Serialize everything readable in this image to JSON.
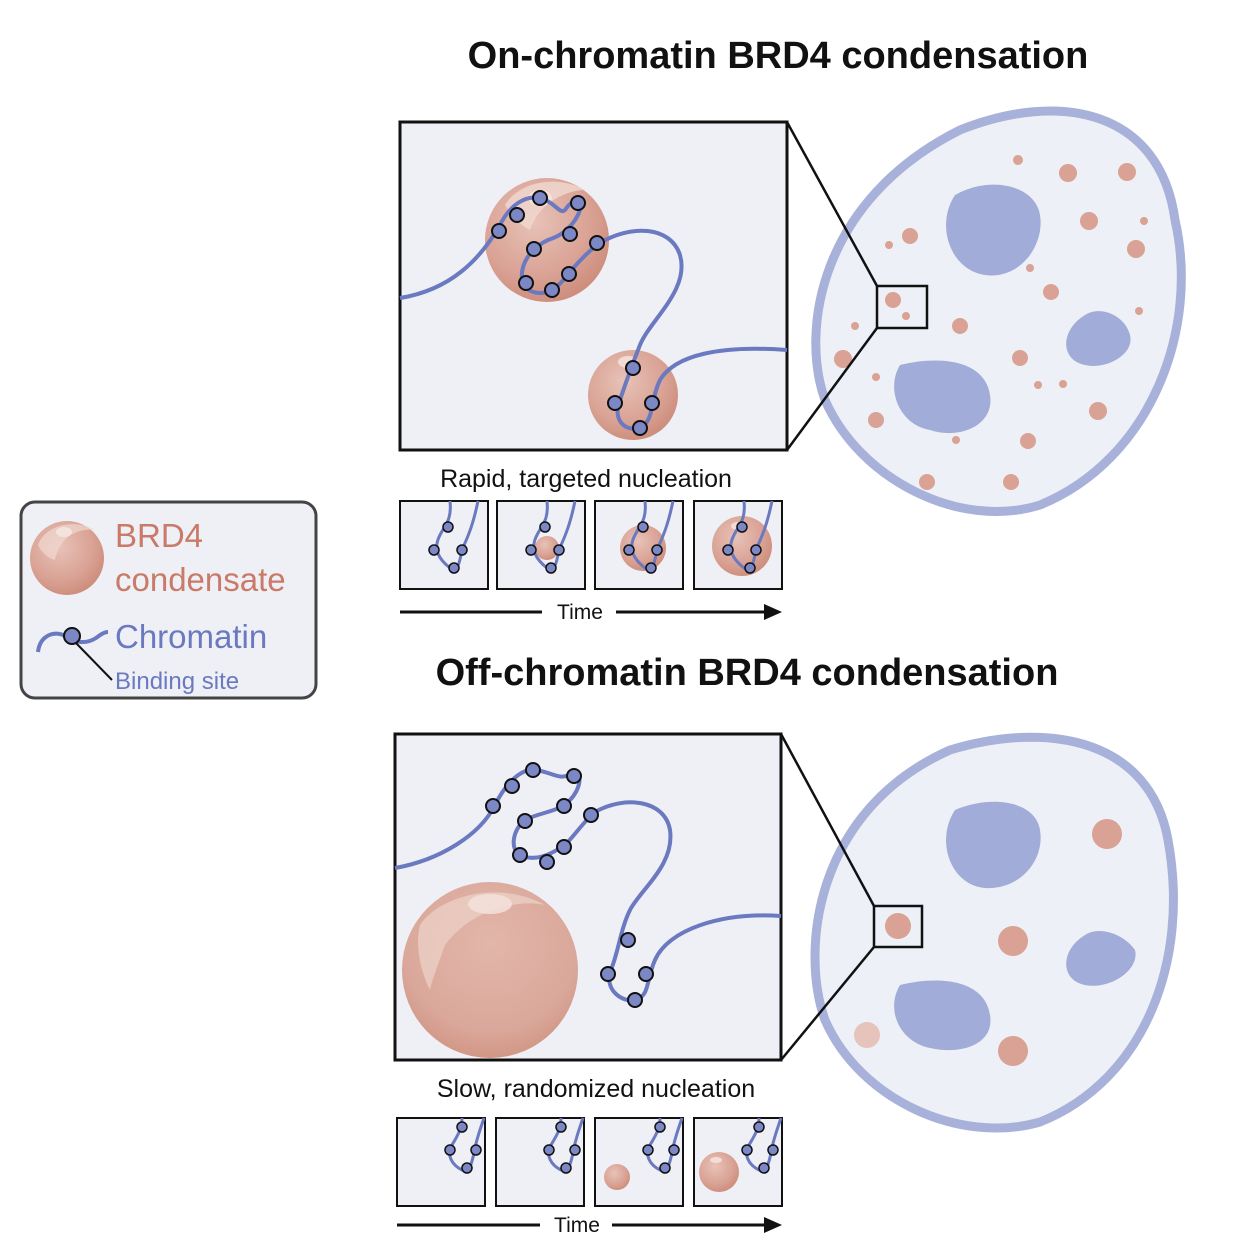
{
  "top_panel": {
    "title": "On-chromatin BRD4 condensation",
    "caption": "Rapid, targeted nucleation",
    "time_label": "Time"
  },
  "bottom_panel": {
    "title": "Off-chromatin BRD4 condensation",
    "caption": "Slow, randomized nucleation",
    "time_label": "Time"
  },
  "legend": {
    "condensate_line1": "BRD4",
    "condensate_line2": "condensate",
    "chromatin": "Chromatin",
    "binding_site": "Binding site"
  },
  "colors": {
    "condensate": "#d9a294",
    "condensate_dark": "#c98a78",
    "chromatin": "#6a79c0",
    "binding_site": "#7c87c6",
    "nucleus_fill": "#eef0f7",
    "nucleus_edge": "#a7b1da",
    "nucleolus": "#a2acd8",
    "panel_bg": "#eff0f6",
    "legend_text_condensate": "#c97a68",
    "legend_text_chromatin": "#6a79c0"
  },
  "icons": [
    "condensate-icon",
    "chromatin-icon",
    "binding-site-icon",
    "time-arrow-icon"
  ]
}
